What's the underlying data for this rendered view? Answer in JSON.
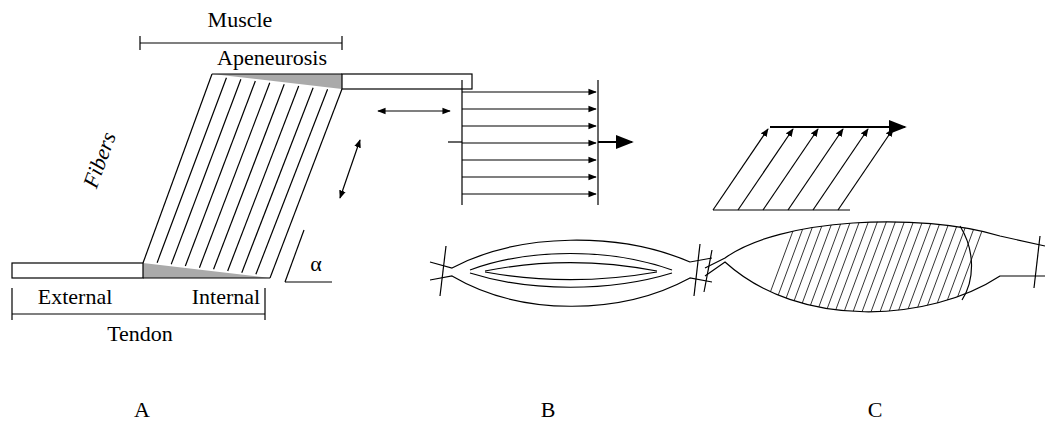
{
  "diagram": {
    "labels": [
      "Muscle",
      "Apeneurosis",
      "Fibers",
      "α",
      "External",
      "Internal",
      "Tendon",
      "A",
      "B",
      "C"
    ]
  }
}
